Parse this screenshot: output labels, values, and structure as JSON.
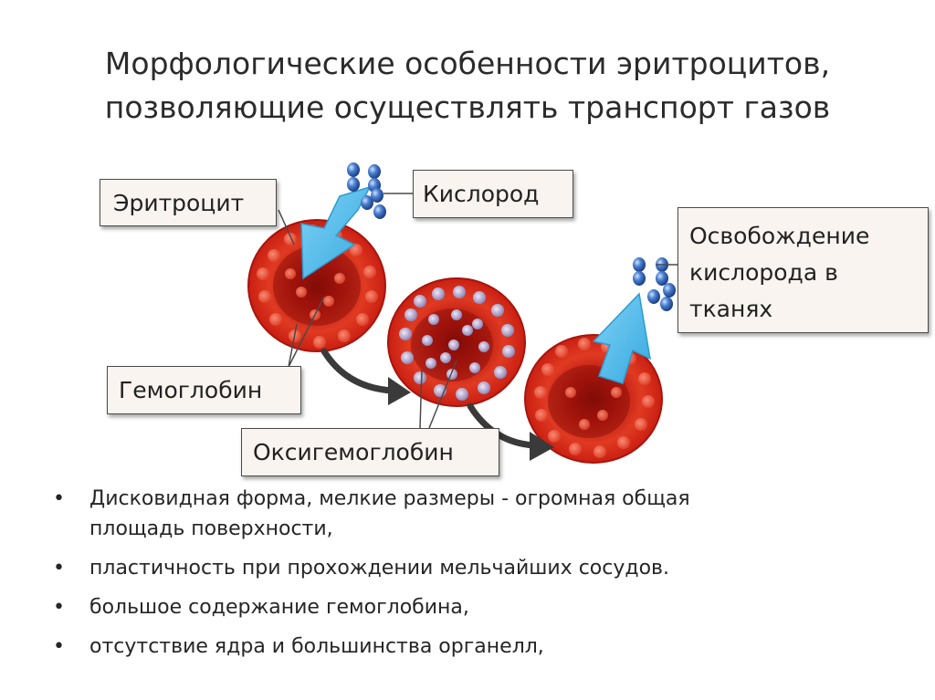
{
  "title": {
    "line1": "Морфологические особенности эритроцитов,",
    "line2": "позволяющие осуществлять транспорт газов"
  },
  "labels": {
    "erythrocyte": "Эритроцит",
    "oxygen": "Кислород",
    "release": [
      "Освобождение",
      "кислорода в",
      "тканях"
    ],
    "hemoglobin": "Гемоглобин",
    "oxyhemoglobin": "Оксигемоглобин"
  },
  "bullets": [
    "Дисковидная форма, мелкие размеры - огромная общая",
    "площадь поверхности,",
    "пластичность при прохождении мельчайших сосудов.",
    "большое содержание гемоглобина,",
    "отсутствие ядра и большинства органелл,"
  ],
  "colors": {
    "cell_red": "#d92a1a",
    "cell_center": "#8a0d08",
    "arrow_blue": "#4db8e8",
    "molecule_blue": "#2f5fa8",
    "label_bg": "#f9f4ef"
  }
}
